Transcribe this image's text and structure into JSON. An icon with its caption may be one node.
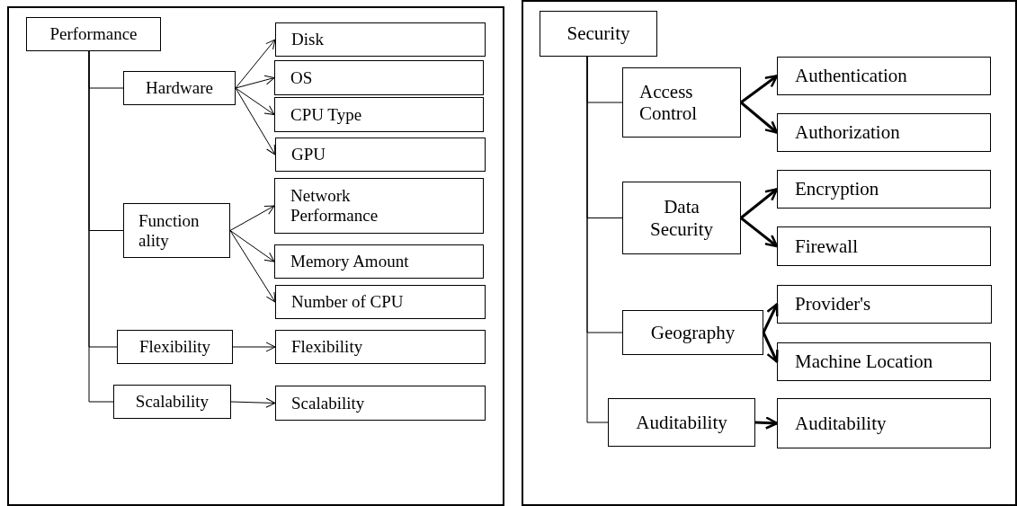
{
  "diagram": {
    "nodes": [
      {
        "text": [],
        "shape": "box"
      },
      {
        "text": [
          "Performance"
        ],
        "in": 0
      },
      {
        "text": [
          "Hardware"
        ],
        "in": 0
      },
      {
        "text": [
          "Disk"
        ],
        "in": 0
      },
      {
        "text": [
          "OS"
        ],
        "in": 0
      },
      {
        "text": [
          "CPU Type"
        ],
        "in": 0
      },
      {
        "text": [
          "GPU"
        ],
        "in": 0
      },
      {
        "text": [
          "Function ality"
        ],
        "in": 0
      },
      {
        "text": [
          "Network Performance"
        ],
        "in": 0
      },
      {
        "text": [
          "Memory Amount"
        ],
        "in": 0
      },
      {
        "text": [
          "Number of CPU"
        ],
        "in": 0
      },
      {
        "text": [
          "Flexibility"
        ],
        "in": 0
      },
      {
        "text": [
          "Flexibility"
        ],
        "in": 0
      },
      {
        "text": [
          "Scalability"
        ],
        "in": 0
      },
      {
        "text": [
          "Scalability"
        ],
        "in": 0
      },
      {
        "text": [],
        "shape": "box"
      },
      {
        "text": [
          "Security"
        ],
        "in": 15
      },
      {
        "text": [
          "Access Control"
        ],
        "in": 15
      },
      {
        "text": [
          "Authentication"
        ],
        "in": 15
      },
      {
        "text": [
          "Authorization"
        ],
        "in": 15
      },
      {
        "text": [
          "Data Security"
        ],
        "in": 15
      },
      {
        "text": [
          "Encryption"
        ],
        "in": 15
      },
      {
        "text": [
          "Firewall"
        ],
        "in": 15
      },
      {
        "text": [
          "Geography"
        ],
        "in": 15
      },
      {
        "text": [
          "Provider's"
        ],
        "in": 15
      },
      {
        "text": [
          "Machine Location"
        ],
        "in": 15
      },
      {
        "text": [
          "Auditability"
        ],
        "in": 15
      },
      {
        "text": [
          "Auditability"
        ],
        "in": 15
      }
    ],
    "edges": [
      {
        "from": 1,
        "to": 2,
        "arrow": "none"
      },
      {
        "from": 1,
        "to": 7,
        "arrow": "none"
      },
      {
        "from": 1,
        "to": 11,
        "arrow": "none"
      },
      {
        "from": 1,
        "to": 13,
        "arrow": "none"
      },
      {
        "from": 2,
        "to": 3,
        "arrow": "to"
      },
      {
        "from": 2,
        "to": 4,
        "arrow": "to"
      },
      {
        "from": 2,
        "to": 5,
        "arrow": "to"
      },
      {
        "from": 2,
        "to": 6,
        "arrow": "to"
      },
      {
        "from": 7,
        "to": 8,
        "arrow": "to"
      },
      {
        "from": 7,
        "to": 9,
        "arrow": "to"
      },
      {
        "from": 7,
        "to": 10,
        "arrow": "to"
      },
      {
        "from": 11,
        "to": 12,
        "arrow": "to"
      },
      {
        "from": 13,
        "to": 14,
        "arrow": "to"
      },
      {
        "from": 16,
        "to": 17,
        "arrow": "none"
      },
      {
        "from": 16,
        "to": 20,
        "arrow": "none"
      },
      {
        "from": 16,
        "to": 23,
        "arrow": "none"
      },
      {
        "from": 16,
        "to": 26,
        "arrow": "none"
      },
      {
        "from": 17,
        "to": 18,
        "arrow": "to",
        "style": "thick"
      },
      {
        "from": 17,
        "to": 19,
        "arrow": "to",
        "style": "thick"
      },
      {
        "from": 20,
        "to": 21,
        "arrow": "to",
        "style": "thick"
      },
      {
        "from": 20,
        "to": 22,
        "arrow": "to",
        "style": "thick"
      },
      {
        "from": 23,
        "to": 24,
        "arrow": "to",
        "style": "thick"
      },
      {
        "from": 23,
        "to": 25,
        "arrow": "to",
        "style": "thick"
      },
      {
        "from": 26,
        "to": 27,
        "arrow": "to",
        "style": "thick"
      }
    ]
  }
}
